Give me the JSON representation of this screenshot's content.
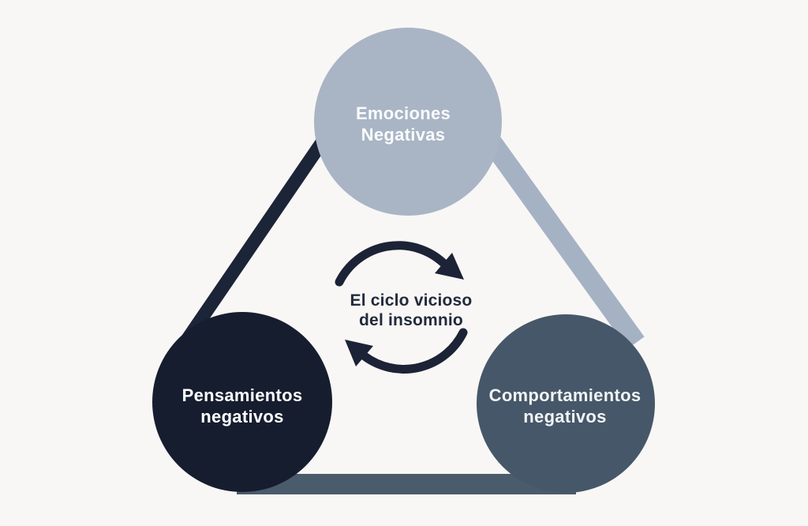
{
  "diagram": {
    "name": "El ciclo vicioso del insomnio",
    "background_color": "#f8f7f5",
    "center": {
      "line1": "El ciclo vicioso",
      "line2": "del insomnio",
      "text_color": "#222a3c"
    },
    "cycle_arrows": {
      "color": "#1c2336",
      "direction": "clockwise"
    },
    "nodes": {
      "top": {
        "line1": "Emociones",
        "line2": "Negativas",
        "fill": "#a9b5c5",
        "text_color": "#fafbfc"
      },
      "bottom_left": {
        "line1": "Pensamientos",
        "line2": "negativos",
        "fill": "#161d2f",
        "text_color": "#ffffff"
      },
      "bottom_right": {
        "line1": "Comportamientos",
        "line2": "negativos",
        "fill": "#465769",
        "text_color": "#f2f4f6"
      }
    },
    "connectors": {
      "left": {
        "color": "#1c2438"
      },
      "right": {
        "color": "#a5b2c4"
      },
      "bottom": {
        "color": "#4a5b6c"
      }
    }
  }
}
